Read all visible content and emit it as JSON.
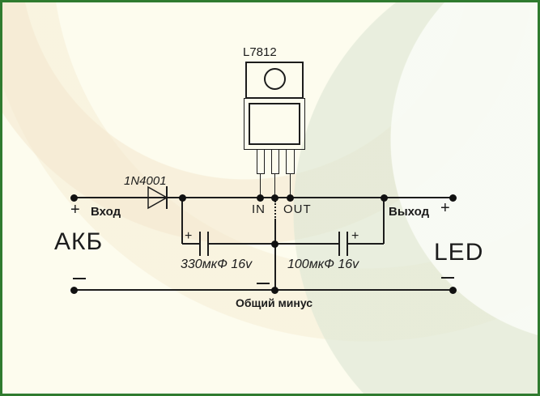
{
  "schematic": {
    "regulator": {
      "label": "L7812",
      "pin_in": "IN",
      "pin_out": "OUT"
    },
    "diode": {
      "label": "1N4001"
    },
    "input": {
      "terminal_label": "Вход",
      "plus": "+",
      "device_label": "АКБ"
    },
    "output": {
      "terminal_label": "Выход",
      "plus": "+",
      "device_label": "LED"
    },
    "capacitor_input": {
      "value": "330мкФ 16v",
      "plus": "+"
    },
    "capacitor_output": {
      "value": "100мкФ 16v",
      "plus": "+"
    },
    "ground": {
      "label": "Общий минус"
    },
    "colors": {
      "border": "#2f7b2f",
      "background": "#fdfcee",
      "line": "#1c1c1c"
    }
  }
}
